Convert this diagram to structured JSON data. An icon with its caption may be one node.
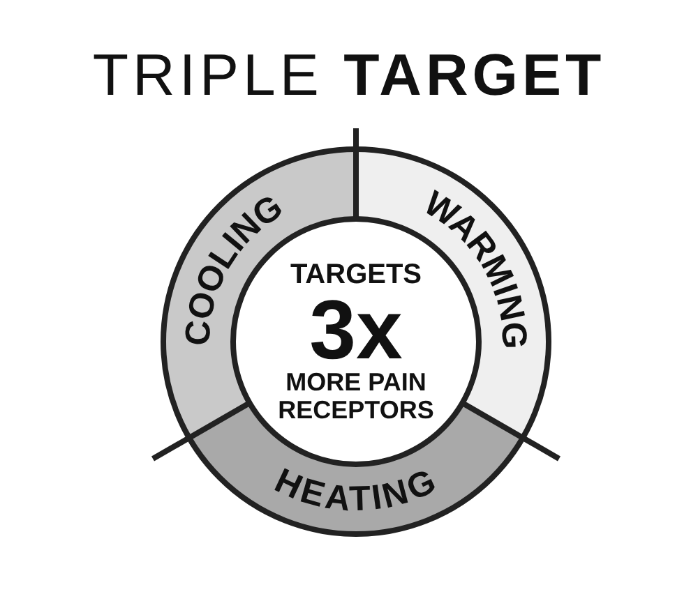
{
  "diagram": {
    "title": "TRIPLE **TARGET**",
    "nodes": [
      {
        "text": [
          "COOLING"
        ]
      },
      {
        "text": [
          "WARMING"
        ]
      },
      {
        "text": [
          "HEATING"
        ]
      },
      {
        "text": [
          "TARGETS",
          "3x",
          "MORE PAIN RECEPTORS"
        ]
      }
    ]
  }
}
